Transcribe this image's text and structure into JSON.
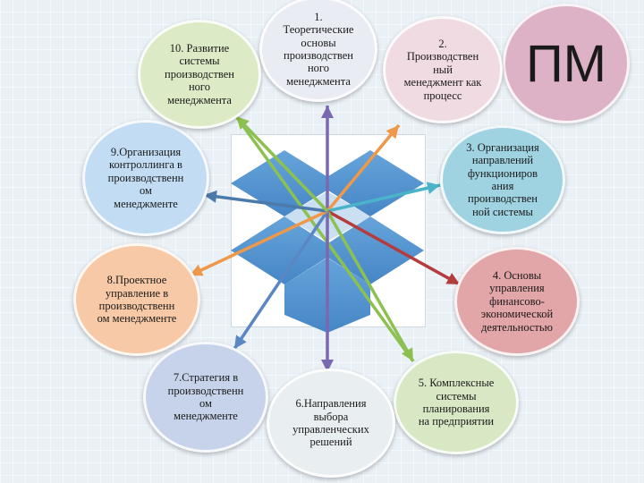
{
  "pm_label": "ПМ",
  "nodes": [
    {
      "id": "n1",
      "text": "1.\nТеоретические\nосновы\nпроизводствен\nного\nменеджмента",
      "color": "#e9ecf3"
    },
    {
      "id": "n2",
      "text": "2.\nПроизводствен\nный\nменеджмент как\nпроцесс",
      "color": "#f1dbe3"
    },
    {
      "id": "n3",
      "text": "3. Организация\nнаправлений\nфункциониров\nания\nпроизводствен\nной системы",
      "color": "#9fd3e1"
    },
    {
      "id": "n4",
      "text": "4. Основы\nуправления\nфинансово-\nэкономической\nдеятельностью",
      "color": "#e2a5a8"
    },
    {
      "id": "n5",
      "text": "5. Комплексные\nсистемы\nпланирования\nна предприятии",
      "color": "#d8e8c4"
    },
    {
      "id": "n6",
      "text": "6.Направления\nвыбора\nуправленческих\nрешений",
      "color": "#e9eef1"
    },
    {
      "id": "n7",
      "text": "7.Стратегия в\nпроизводственн\nом\nменеджменте",
      "color": "#c6d3ea"
    },
    {
      "id": "n8",
      "text": "8.Проектное\nуправление в\nпроизводственн\nом менеджменте",
      "color": "#f7c9a6"
    },
    {
      "id": "n9",
      "text": "9.Организация\nконтроллинга в\nпроизводственн\nом\nменеджменте",
      "color": "#c1dcf3"
    },
    {
      "id": "n10",
      "text": "10. Развитие\nсистемы\nпроизводствен\nного\nменеджмента",
      "color": "#dceac6"
    }
  ],
  "arrow_colors": {
    "light_blue": "#5a86c4",
    "orange": "#f0984a",
    "teal": "#4bb3c9",
    "dark_red": "#b43c3c",
    "green": "#8cc152",
    "purple": "#7a68b0",
    "steel_blue": "#4c7aaa"
  },
  "center_icon": "dropbox-icon",
  "center_icon_color": "#5b9bd5"
}
